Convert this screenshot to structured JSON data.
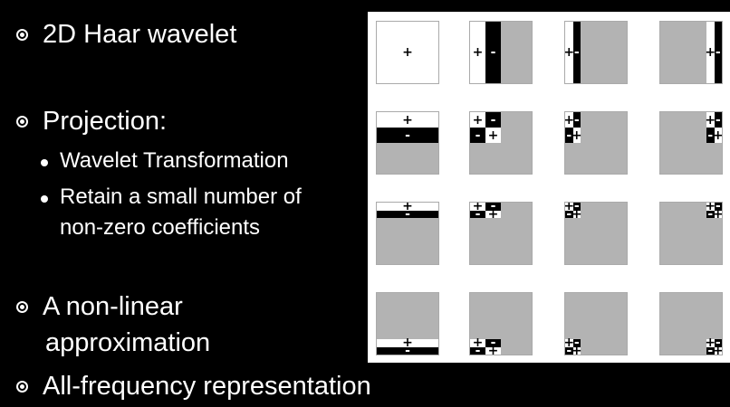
{
  "bullets": {
    "haar": "2D Haar wavelet",
    "projection": "Projection:",
    "sub1": "Wavelet Transformation",
    "sub2_line1": "Retain a small number of",
    "sub2_line2": "non-zero coefficients",
    "nonlinear_line1": "A non-linear",
    "nonlinear_line2": "approximation",
    "allfreq": "All-frequency representation"
  },
  "basis": {
    "plus": "+",
    "minus": "-"
  },
  "colors": {
    "background": "#000000",
    "text": "#ffffff",
    "panel": "#ffffff",
    "positive": "#ffffff",
    "negative": "#000000",
    "zero": "#b3b3b3"
  }
}
